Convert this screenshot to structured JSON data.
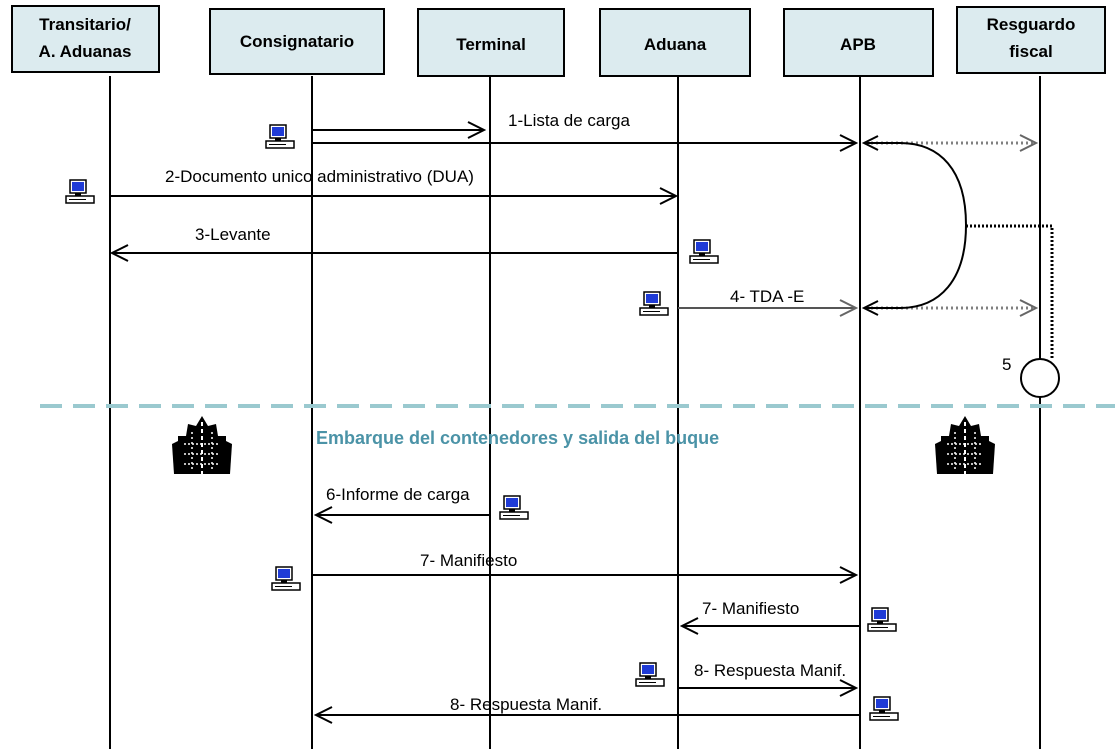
{
  "actors": [
    {
      "id": "transitario",
      "lines": [
        "Transitario/",
        "A. Aduanas"
      ]
    },
    {
      "id": "consignatario",
      "lines": [
        "Consignatario"
      ]
    },
    {
      "id": "terminal",
      "lines": [
        "Terminal"
      ]
    },
    {
      "id": "aduana",
      "lines": [
        "Aduana"
      ]
    },
    {
      "id": "apb",
      "lines": [
        "APB"
      ]
    },
    {
      "id": "resguardo",
      "lines": [
        "Resguardo",
        "fiscal"
      ]
    }
  ],
  "messages": {
    "m1": "1-Lista de carga",
    "m2": "2-Documento unico administrativo (DUA)",
    "m3": "3-Levante",
    "m4": "4- TDA -E",
    "m6": "6-Informe de carga",
    "m7a": "7- Manifiesto",
    "m7b": "7- Manifiesto",
    "m8a": "8- Respuesta Manif.",
    "m8b": "8- Respuesta Manif."
  },
  "step5_label": "5",
  "section_label": "Embarque del contenedores y salida del buque",
  "colors": {
    "actor_fill": "#dcebef",
    "separator": "#9ac9cf",
    "section_text": "#4b93a7",
    "computer_screen": "#1f3bd6"
  },
  "icons": [
    "computer-icon",
    "ship-icon"
  ]
}
